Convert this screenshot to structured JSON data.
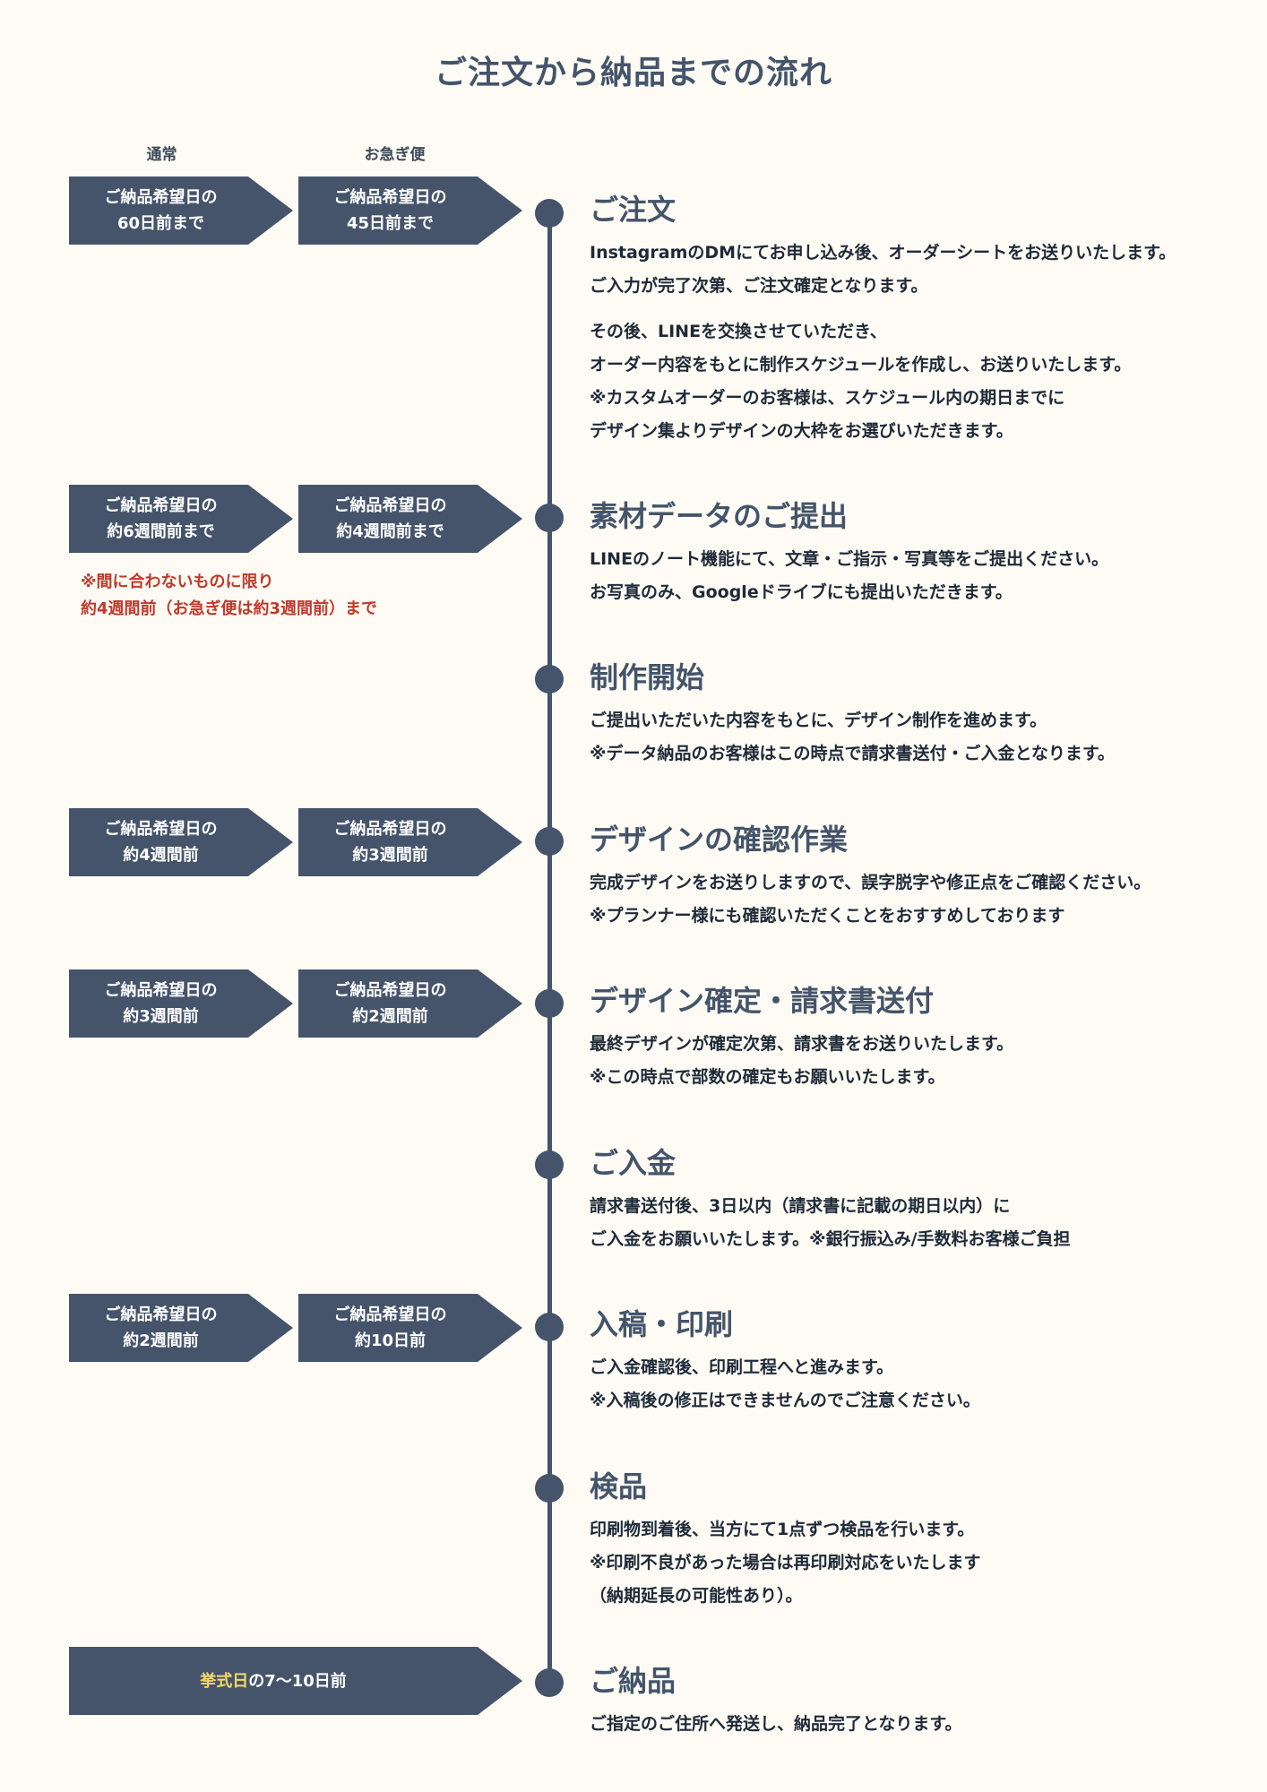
{
  "title": "ご注文から納品までの流れ",
  "columns": {
    "normal": "通常",
    "express": "お急ぎ便"
  },
  "steps": [
    {
      "heading": "ご注文",
      "lines": [
        "InstagramのDMにてお申し込み後、オーダーシートをお送りいたします。",
        "ご入力が完了次第、ご注文確定となります。"
      ],
      "lines2": [
        "その後、LINEを交換させていただき、",
        "オーダー内容をもとに制作スケジュールを作成し、お送りいたします。",
        "※カスタムオーダーのお客様は、スケジュール内の期日までに",
        "デザイン集よりデザインの大枠をお選びいただきます。"
      ]
    },
    {
      "heading": "素材データのご提出",
      "lines": [
        "LINEのノート機能にて、文章・ご指示・写真等をご提出ください。",
        "お写真のみ、Googleドライブにも提出いただきます。"
      ]
    },
    {
      "heading": "制作開始",
      "lines": [
        "ご提出いただいた内容をもとに、デザイン制作を進めます。",
        "※データ納品のお客様はこの時点で請求書送付・ご入金となります。"
      ]
    },
    {
      "heading": "デザインの確認作業",
      "lines": [
        "完成デザインをお送りしますので、誤字脱字や修正点をご確認ください。",
        "※プランナー様にも確認いただくことをおすすめしております"
      ]
    },
    {
      "heading": "デザイン確定・請求書送付",
      "lines": [
        "最終デザインが確定次第、請求書をお送りいたします。",
        "※この時点で部数の確定もお願いいたします。"
      ]
    },
    {
      "heading": "ご入金",
      "lines": [
        "請求書送付後、3日以内（請求書に記載の期日以内）に",
        "ご入金をお願いいたします。※銀行振込み/手数料お客様ご負担"
      ]
    },
    {
      "heading": "入稿・印刷",
      "lines": [
        "ご入金確認後、印刷工程へと進みます。",
        "※入稿後の修正はできませんのでご注意ください。"
      ]
    },
    {
      "heading": "検品",
      "lines": [
        "印刷物到着後、当方にて1点ずつ検品を行います。",
        "※印刷不良があった場合は再印刷対応をいたします",
        "（納期延長の可能性あり）。"
      ]
    },
    {
      "heading": "ご納品",
      "lines": [
        "ご指定のご住所へ発送し、納品完了となります。"
      ]
    }
  ],
  "deadlines": {
    "order": {
      "normal": [
        "ご納品希望日の",
        "60日前まで"
      ],
      "express": [
        "ご納品希望日の",
        "45日前まで"
      ]
    },
    "materials": {
      "normal": [
        "ご納品希望日の",
        "約6週間前まで"
      ],
      "express": [
        "ご納品希望日の",
        "約4週間前まで"
      ]
    },
    "design_check": {
      "normal": [
        "ご納品希望日の",
        "約4週間前"
      ],
      "express": [
        "ご納品希望日の",
        "約3週間前"
      ]
    },
    "design_confirm": {
      "normal": [
        "ご納品希望日の",
        "約3週間前"
      ],
      "express": [
        "ご納品希望日の",
        "約2週間前"
      ]
    },
    "printing": {
      "normal": [
        "ご納品希望日の",
        "約2週間前"
      ],
      "express": [
        "ご納品希望日の",
        "約10日前"
      ]
    },
    "delivery": {
      "highlight": "挙式日",
      "rest": "の7〜10日前"
    }
  },
  "note": [
    "※間に合わないものに限り",
    "約4週間前（お急ぎ便は約3週間前）まで"
  ],
  "colors": {
    "navy": "#45546b",
    "background": "#fdfbf4",
    "note_red": "#c0392b",
    "highlight_yellow": "#f5d86a"
  }
}
